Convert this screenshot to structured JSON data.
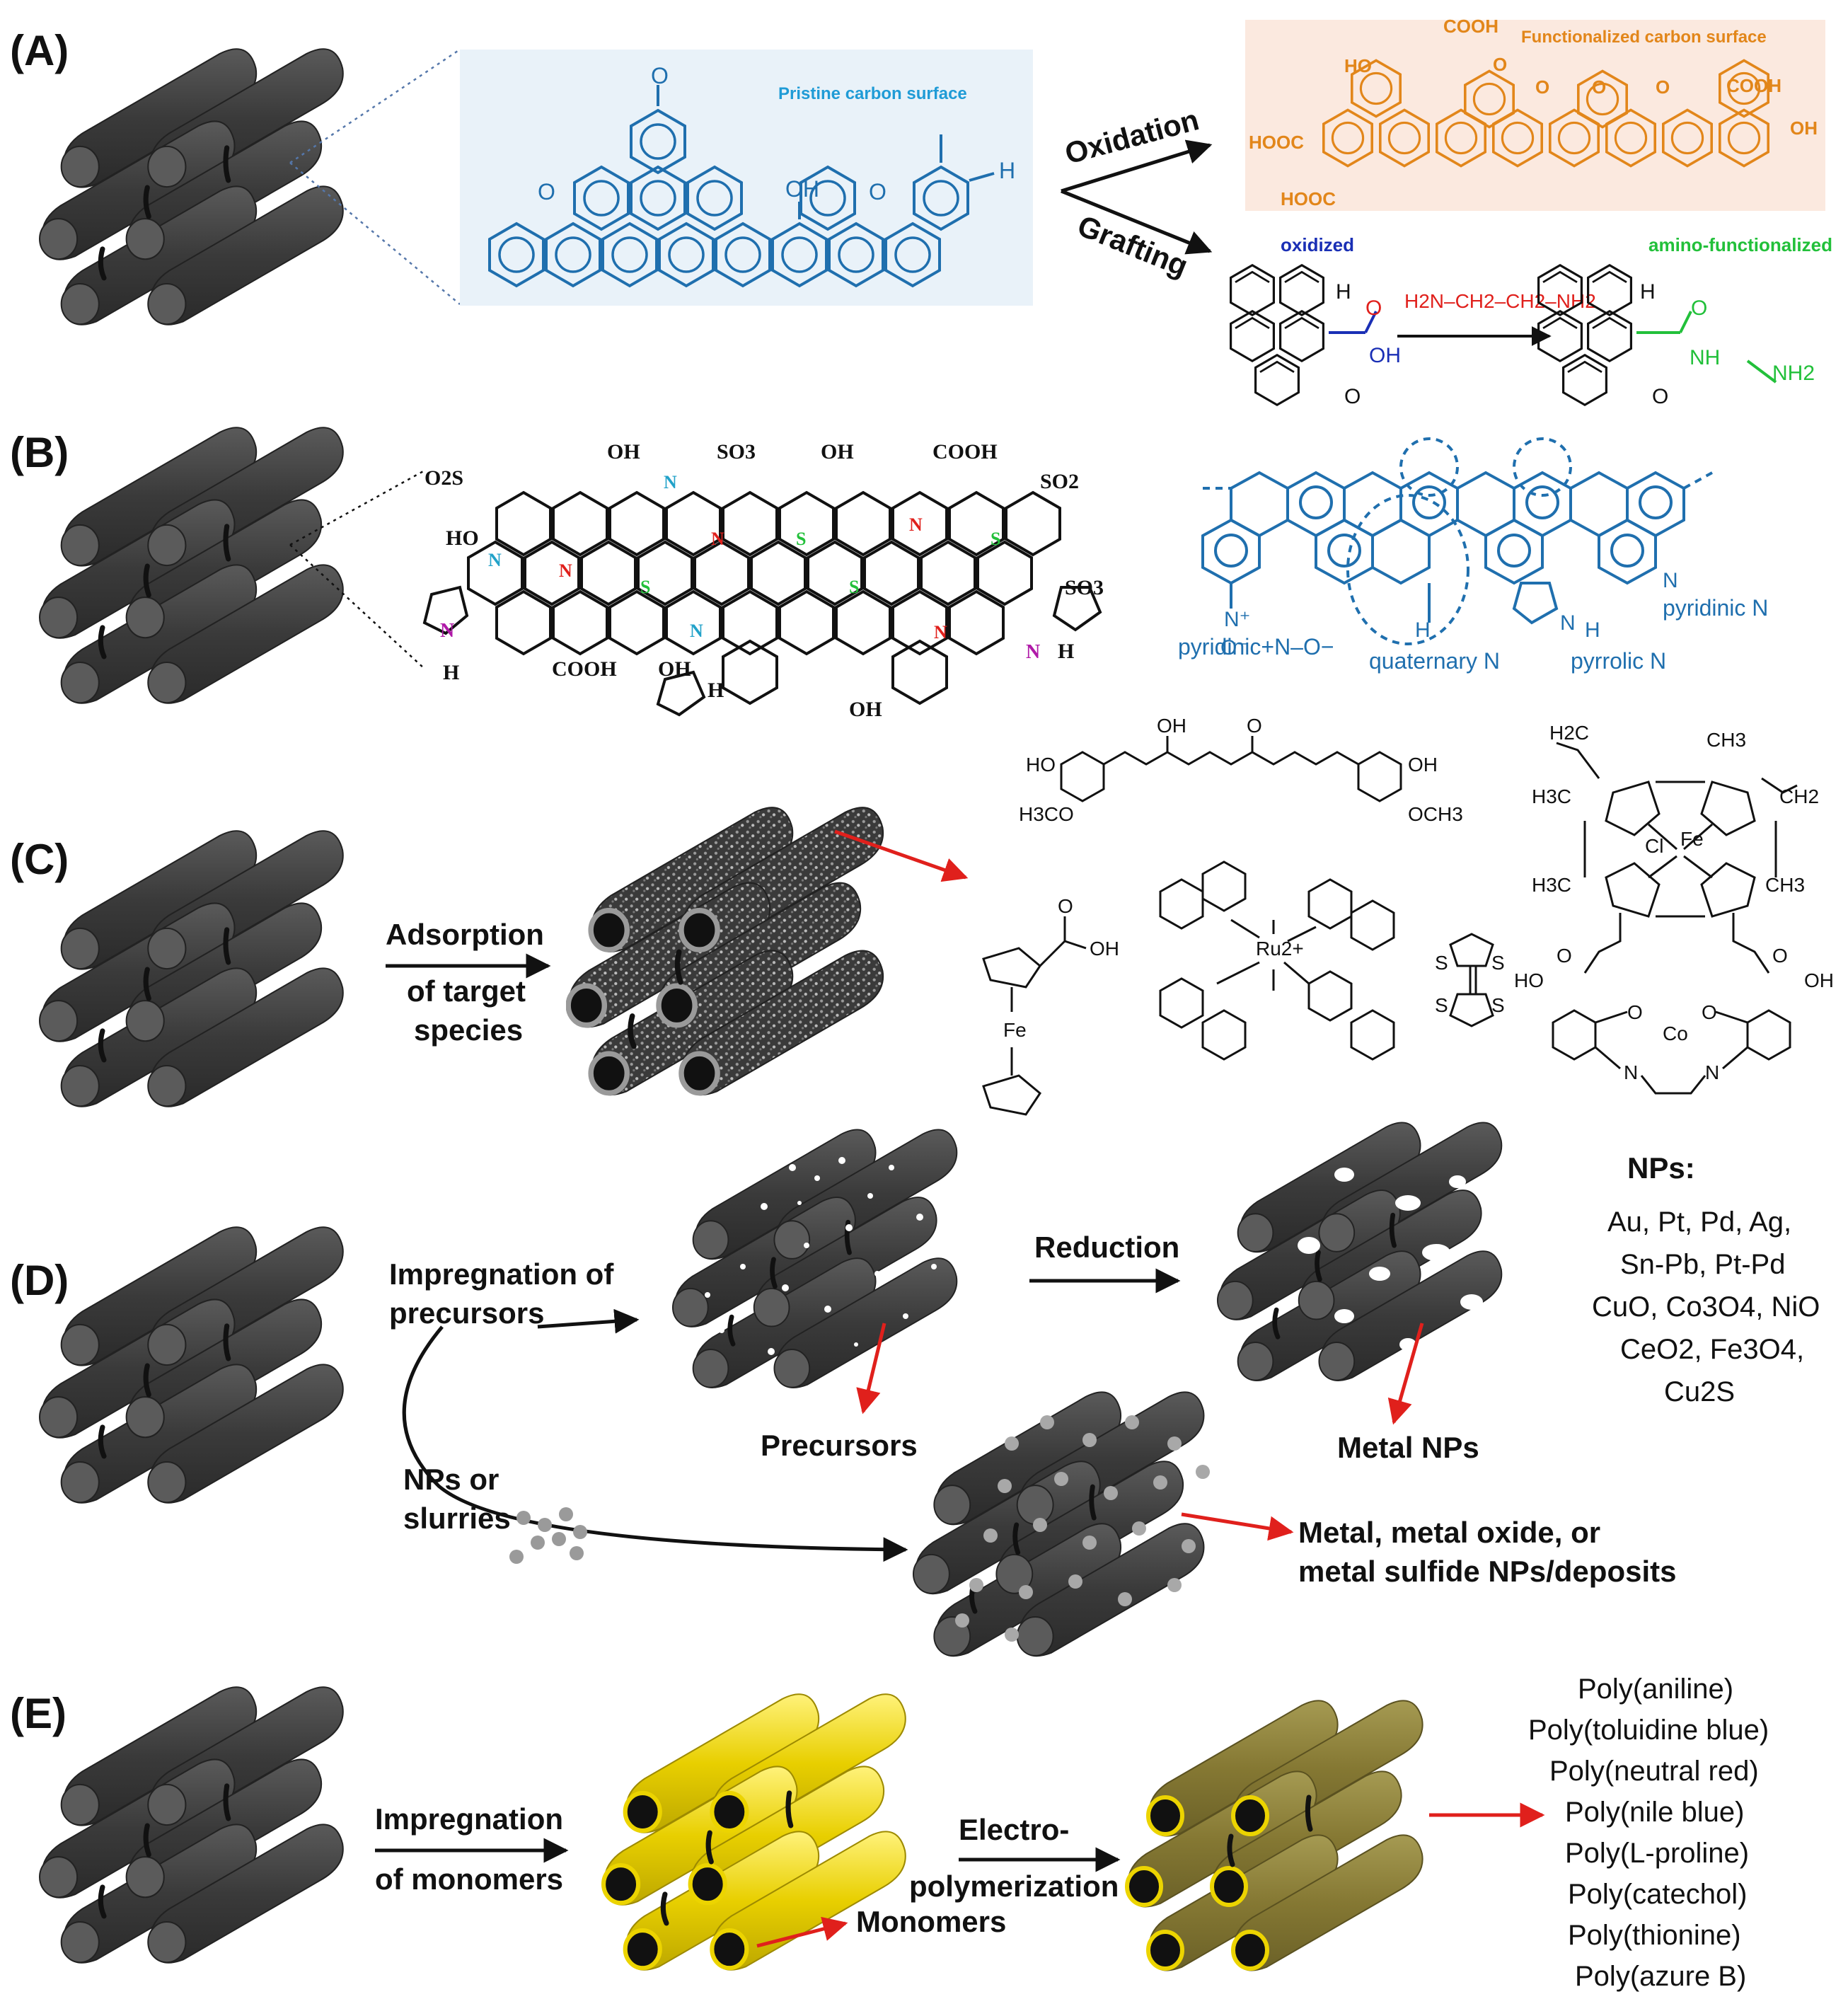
{
  "panels": {
    "a": {
      "label": "(A)",
      "pristine_title": "Pristine carbon surface",
      "pristine_groups": [
        "O",
        "O",
        "OH",
        "O",
        "H"
      ],
      "oxidation": "Oxidation",
      "grafting": "Grafting",
      "functionalized_title": "Functionalized carbon surface",
      "functionalized_groups": [
        "COOH",
        "HO",
        "O",
        "HOOC",
        "HOOC",
        "O",
        "O",
        "O",
        "COOH",
        "OH"
      ],
      "oxidized": "oxidized",
      "amino": "amino-functionalized",
      "reagent": "H2N–CH2–CH2–NH2",
      "oxidized_groups": [
        "H",
        "O",
        "OH",
        "O"
      ],
      "amino_groups": [
        "H",
        "O",
        "NH",
        "NH2",
        "O"
      ]
    },
    "b": {
      "label": "(B)",
      "doped_groups": [
        "O2S",
        "OH",
        "SO3",
        "OH",
        "COOH",
        "SO2",
        "HO",
        "SO3",
        "N",
        "H",
        "COOH",
        "OH",
        "OH",
        "H",
        "N",
        "H"
      ],
      "pyridinic_n_oxide": "pyridinic+N–O−",
      "quaternary_n": "quaternary N",
      "pyrrolic_n": "pyrrolic N",
      "pyridinic_n": "pyridinic N"
    },
    "c": {
      "label": "(C)",
      "process": [
        "Adsorption",
        "of target",
        "species"
      ],
      "curcumin_groups": [
        "OH",
        "O",
        "HO",
        "OH",
        "H3CO",
        "OCH3"
      ],
      "ferrocene": [
        "OH",
        "O",
        "Fe"
      ],
      "ru_complex": "Ru2+",
      "hemin_groups": [
        "H2C",
        "CH3",
        "H3C",
        "CH2",
        "Cl",
        "Fe",
        "H3C",
        "CH3",
        "HO",
        "OH",
        "O",
        "O"
      ],
      "salen": [
        "O",
        "Co",
        "O",
        "N",
        "N"
      ],
      "ttf": [
        "S",
        "S",
        "S",
        "S"
      ]
    },
    "d": {
      "label": "(D)",
      "impregnation": [
        "Impregnation of",
        "precursors"
      ],
      "reduction": "Reduction",
      "precursors": "Precursors",
      "metal_nps": "Metal NPs",
      "nps_or_slurries": [
        "NPs or",
        "slurries"
      ],
      "deposits": [
        "Metal, metal oxide, or",
        "metal sulfide NPs/deposits"
      ],
      "nps_title": "NPs:",
      "nps_list": [
        "Au, Pt, Pd, Ag,",
        "Sn-Pb, Pt-Pd",
        "CuO, Co3O4, NiO",
        "CeO2, Fe3O4,",
        "Cu2S"
      ]
    },
    "e": {
      "label": "(E)",
      "impregnation": [
        "Impregnation",
        "of monomers"
      ],
      "electro": [
        "Electro-",
        "polymerization"
      ],
      "monomers": "Monomers",
      "polymers": [
        "Poly(aniline)",
        "Poly(toluidine blue)",
        "Poly(neutral red)",
        "Poly(nile blue)",
        "Poly(L-proline)",
        "Poly(catechol)",
        "Poly(thionine)",
        "Poly(azure B)"
      ]
    }
  },
  "colors": {
    "rod": "#3c3c3c",
    "rod_top": "#555555",
    "blue_chem": "#1f6fae",
    "orange_chem": "#e2861a",
    "orange_bg": "#fbe9df",
    "blue_bg": "#e9f2f9",
    "green_chem": "#22c03a",
    "red_arrow": "#e0201c",
    "yellow": "#ecd400",
    "olive": "#8a7d32"
  }
}
